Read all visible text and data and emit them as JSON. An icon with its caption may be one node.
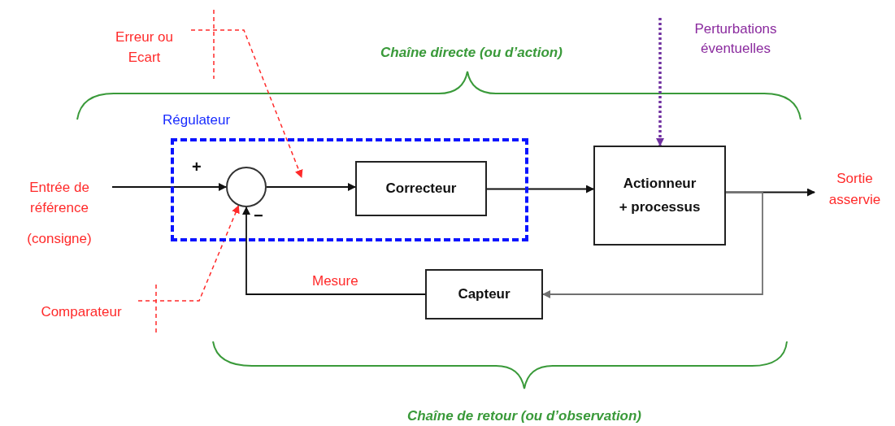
{
  "diagram": {
    "nodes": [
      {
        "text": [
          "Régulateur"
        ]
      },
      {
        "text": [],
        "shape": "circle",
        "in": 0,
        "beside": [
          "+",
          "−"
        ]
      },
      {
        "text": [
          "Correcteur"
        ],
        "in": 0
      },
      {
        "text": [
          "Actionneur + processus"
        ]
      },
      {
        "text": [
          "Capteur"
        ]
      },
      {
        "text": [
          "Entrée de référence",
          "(consigne)"
        ]
      },
      {
        "text": [
          "Sortie asservie"
        ]
      },
      {
        "text": [
          "Erreur ou Ecart"
        ]
      },
      {
        "text": [
          "Comparateur"
        ]
      }
    ],
    "edges": [
      {
        "from": 5,
        "to": 1,
        "arrow": "to"
      },
      {
        "from": 1,
        "to": 2,
        "arrow": "to"
      },
      {
        "from": 2,
        "to": 3,
        "arrow": "to"
      },
      {
        "from": 3,
        "to": 6,
        "arrow": "to"
      },
      {
        "from": 3,
        "to": 4,
        "arrow": "to",
        "color": "#707070"
      },
      {
        "from": 4,
        "to": 1,
        "arrow": "to",
        "label": "Mesure"
      },
      {
        "from": null,
        "to": 3,
        "arrow": "to",
        "style": "dashed",
        "color": "#7030a0"
      },
      {
        "from": 7,
        "to": null,
        "arrow": "to",
        "style": "dashed",
        "color": "#ff2a2a"
      },
      {
        "from": 8,
        "to": 1,
        "arrow": "to",
        "style": "dashed",
        "color": "#ff2a2a"
      }
    ],
    "labels": [
      "Chaîne directe (ou d’action)",
      "Perturbations éventuelles",
      "Chaîne de retour (ou d’observation)"
    ]
  }
}
